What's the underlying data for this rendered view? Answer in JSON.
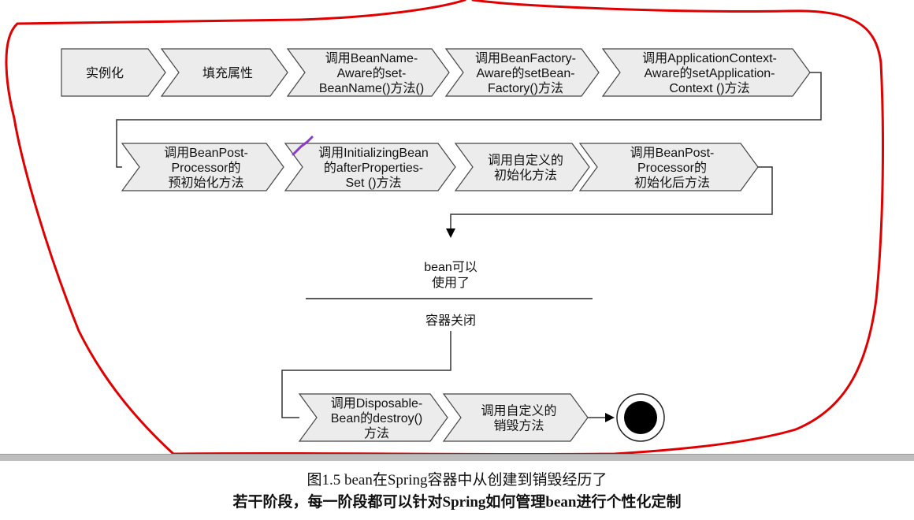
{
  "steps_row1": [
    {
      "lines": [
        "实例化"
      ]
    },
    {
      "lines": [
        "填充属性"
      ]
    },
    {
      "lines": [
        "调用BeanName-",
        "Aware的set-",
        "BeanName()方法()"
      ]
    },
    {
      "lines": [
        "调用BeanFactory-",
        "Aware的setBean-",
        "Factory()方法"
      ]
    },
    {
      "lines": [
        "调用ApplicationContext-",
        "Aware的setApplication-",
        "Context ()方法"
      ]
    }
  ],
  "steps_row2": [
    {
      "lines": [
        "调用BeanPost-",
        "Processor的",
        "预初始化方法"
      ]
    },
    {
      "lines": [
        "调用InitializingBean",
        "的afterProperties-",
        "Set ()方法"
      ]
    },
    {
      "lines": [
        "调用自定义的",
        "初始化方法"
      ]
    },
    {
      "lines": [
        "调用BeanPost-",
        "Processor的",
        "初始化后方法"
      ]
    }
  ],
  "state_ready": [
    "bean可以",
    "使用了"
  ],
  "state_close": "容器关闭",
  "steps_row3": [
    {
      "lines": [
        "调用Disposable-",
        "Bean的destroy()",
        "方法"
      ]
    },
    {
      "lines": [
        "调用自定义的",
        "销毁方法"
      ]
    }
  ],
  "caption": {
    "line1": "图1.5   bean在Spring容器中从创建到销毁经历了",
    "line2": "若干阶段，每一阶段都可以针对Spring如何管理bean进行个性化定制"
  },
  "colors": {
    "chevron_fill": "#ececec",
    "chevron_stroke": "#444444",
    "annotation": "#e00000"
  }
}
